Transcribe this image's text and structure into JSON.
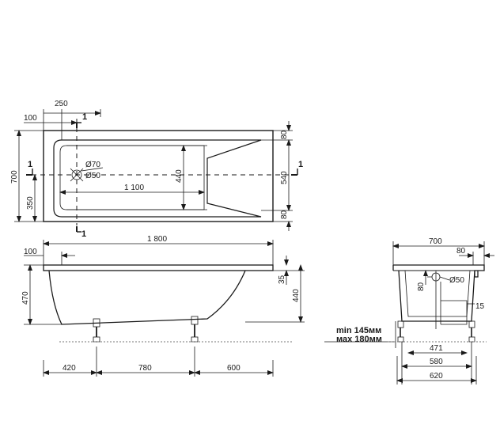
{
  "top_view": {
    "dim_100": "100",
    "dim_250": "250",
    "dim_700": "700",
    "dim_350": "350",
    "dim_80_top": "80",
    "dim_540": "540",
    "dim_80_bottom": "80",
    "dim_440": "440",
    "dim_1100": "1 100",
    "dia_70": "Ø70",
    "dia_50": "Ø50",
    "section_mark": "1"
  },
  "side_view": {
    "dim_1800": "1 800",
    "dim_100": "100",
    "dim_470": "470",
    "dim_35": "35",
    "dim_440": "440",
    "dim_420": "420",
    "dim_780": "780",
    "dim_600": "600",
    "leg_min": "min 145мм",
    "leg_max": "мах 180мм"
  },
  "end_view": {
    "dim_700": "700",
    "dim_80_rim": "80",
    "dim_80_drain": "80",
    "dia_50": "Ø50",
    "dim_15": "15",
    "dim_471": "471",
    "dim_580": "580",
    "dim_620": "620"
  }
}
